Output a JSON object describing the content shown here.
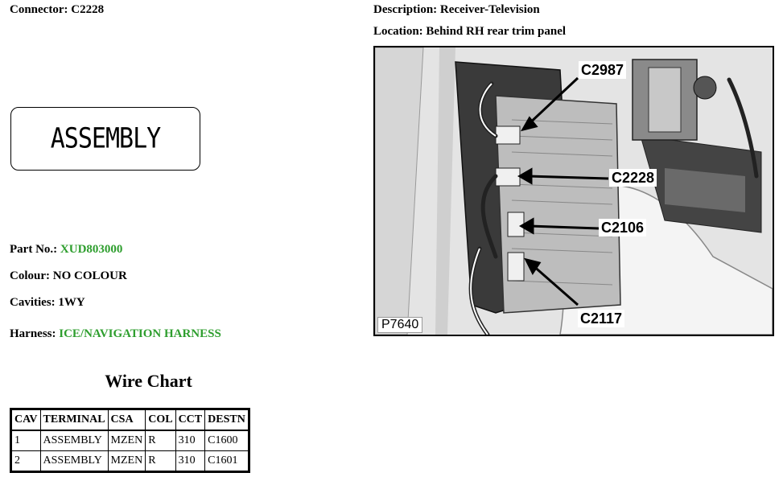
{
  "connector": {
    "label": "Connector:",
    "value": "C2228"
  },
  "description": {
    "label": "Description:",
    "value": "Receiver-Television"
  },
  "location": {
    "label": "Location:",
    "value": "Behind RH rear trim panel"
  },
  "assembly_box": {
    "text": "ASSEMBLY"
  },
  "part_no": {
    "label": "Part No.:",
    "value": "XUD803000",
    "value_color": "#2e9e2e"
  },
  "colour": {
    "label": "Colour:",
    "value": "NO COLOUR"
  },
  "cavities": {
    "label": "Cavities:",
    "value": "1WY"
  },
  "harness": {
    "label": "Harness:",
    "value": "ICE/NAVIGATION HARNESS",
    "value_color": "#2e9e2e"
  },
  "wire_chart": {
    "title": "Wire Chart",
    "headers": [
      "CAV",
      "TERMINAL",
      "CSA",
      "COL",
      "CCT",
      "DESTN"
    ],
    "rows": [
      [
        "1",
        "ASSEMBLY",
        "MZEN",
        "R",
        "310",
        "C1600"
      ],
      [
        "2",
        "ASSEMBLY",
        "MZEN",
        "R",
        "310",
        "C1601"
      ]
    ]
  },
  "figure": {
    "id": "P7640",
    "callouts": [
      "C2987",
      "C2228",
      "C2106",
      "C2117"
    ]
  }
}
